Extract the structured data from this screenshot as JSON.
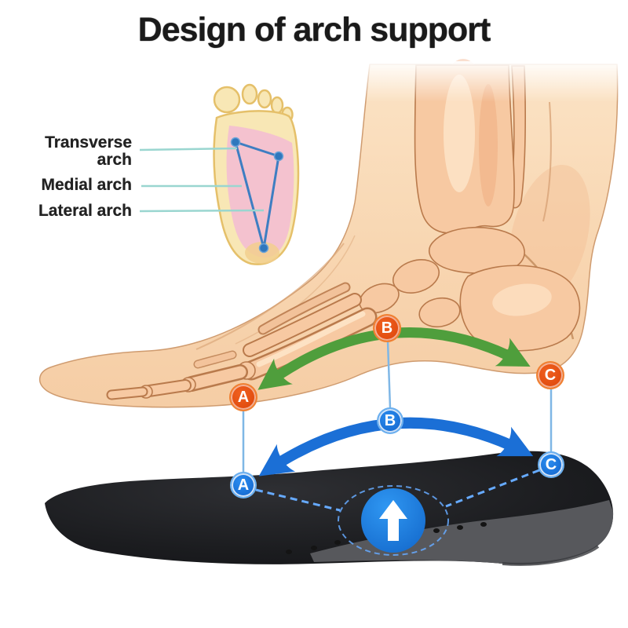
{
  "title": "Design of arch support",
  "sole_diagram": {
    "labels": [
      {
        "label": "Transverse arch"
      },
      {
        "label": "Medial arch"
      },
      {
        "label": "Lateral arch"
      }
    ]
  },
  "foot_markers": [
    {
      "label": "A"
    },
    {
      "label": "B"
    },
    {
      "label": "C"
    }
  ],
  "insole_markers": [
    {
      "label": "A"
    },
    {
      "label": "B"
    },
    {
      "label": "C"
    }
  ],
  "icons": {
    "arch_lift_arrow": "up-arrow"
  },
  "colors": {
    "title_text": "#1a1a1a",
    "label_text": "#222222",
    "leader_line": "#9ad6d0",
    "marker_orange": "#e5500f",
    "marker_blue": "#1a79df",
    "arc_green": "#4f9e3c",
    "arc_blue": "#1b6fd6",
    "connector_blue": "#7fb7e6",
    "skin": "#f8d8b6",
    "bone": "#f7c9a2",
    "sole_cream": "#f8e7b5",
    "sole_pink": "#f3bed2",
    "triangle_blue": "#3e7ec2",
    "insole_black": "#17181a",
    "midsole_gray": "#57585c"
  }
}
